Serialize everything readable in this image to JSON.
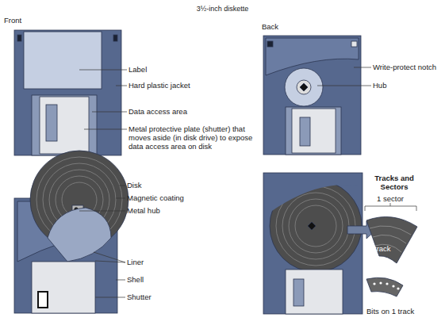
{
  "diagram": {
    "title": "3½-inch diskette",
    "labels": [
      "Front",
      "Label",
      "Hard plastic jacket",
      "Data access area",
      "Metal protective plate (shutter) that moves aside (in disk drive) to expose data access area on disk",
      "Back",
      "Write-protect notch",
      "Hub",
      "Disk",
      "Magnetic coating",
      "Metal hub",
      "Liner",
      "Shell",
      "Shutter",
      "Tracks and Sectors",
      "1 sector",
      "track",
      "Bits on 1 track"
    ]
  }
}
